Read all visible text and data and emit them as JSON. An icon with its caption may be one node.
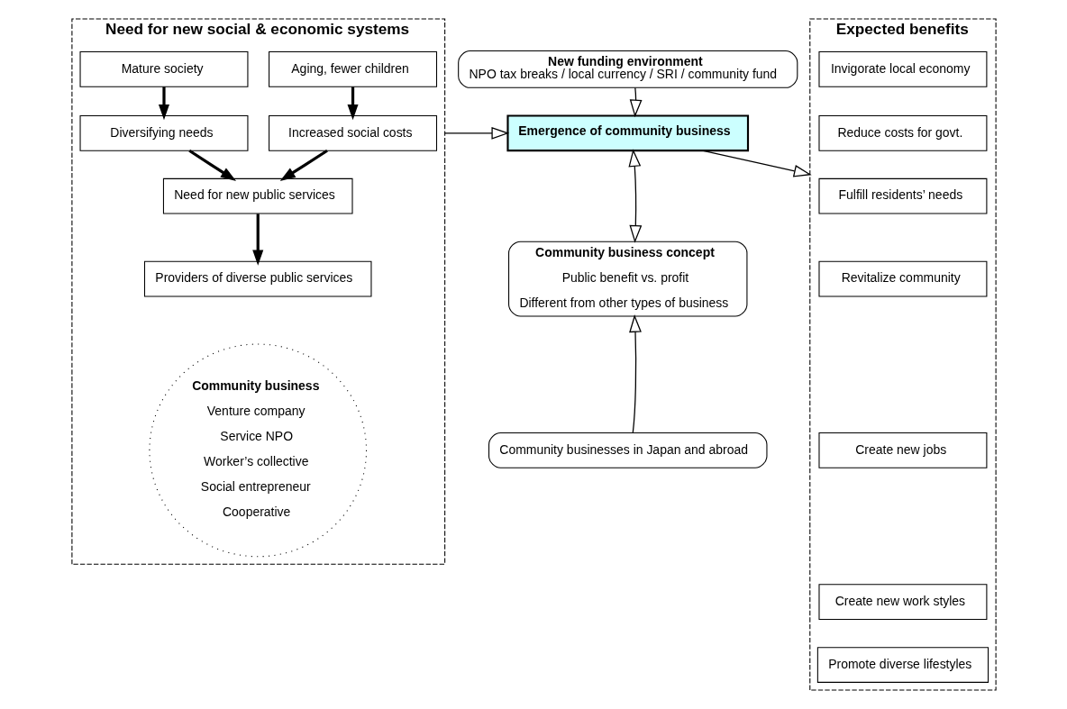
{
  "diagram": {
    "nodes": [
      {
        "text": [
          "Need for new social & economic systems"
        ]
      },
      {
        "text": [
          "Mature society"
        ],
        "in": 0
      },
      {
        "text": [
          "Aging, fewer children"
        ],
        "in": 0
      },
      {
        "text": [
          "Diversifying needs"
        ],
        "in": 0
      },
      {
        "text": [
          "Increased social costs"
        ],
        "in": 0
      },
      {
        "text": [
          "Need for new public services"
        ],
        "in": 0
      },
      {
        "text": [
          "Providers of diverse public services"
        ],
        "in": 0
      },
      {
        "text": [
          "Community business",
          "Venture company",
          "Service NPO",
          "Worker’s collective",
          "Social entrepreneur",
          "Cooperative"
        ],
        "in": 0
      },
      {
        "text": [
          "New funding environment",
          "NPO tax breaks / local currency / SRI / community fund"
        ]
      },
      {
        "text": [
          "Emergence of community business"
        ]
      },
      {
        "text": [
          "Community business concept",
          "Public benefit vs. profit",
          "Different from other types of business"
        ]
      },
      {
        "text": [
          "Community businesses in Japan and abroad"
        ]
      },
      {
        "text": [
          "Expected benefits"
        ]
      },
      {
        "text": [
          "Invigorate local economy"
        ],
        "in": 12
      },
      {
        "text": [
          "Reduce costs for govt."
        ],
        "in": 12
      },
      {
        "text": [
          "Fulfill residents’ needs"
        ],
        "in": 12
      },
      {
        "text": [
          "Revitalize community"
        ],
        "in": 12
      },
      {
        "text": [
          "Create new jobs"
        ],
        "in": 12
      },
      {
        "text": [
          "Create new work styles"
        ],
        "in": 12
      },
      {
        "text": [
          "Promote diverse lifestyles"
        ],
        "in": 12
      }
    ],
    "edges": [
      {
        "from": 1,
        "to": 3,
        "arrow": "to",
        "style": "thick"
      },
      {
        "from": 2,
        "to": 4,
        "arrow": "to",
        "style": "thick"
      },
      {
        "from": 3,
        "to": 5,
        "arrow": "to",
        "style": "thick"
      },
      {
        "from": 4,
        "to": 5,
        "arrow": "to",
        "style": "thick"
      },
      {
        "from": 5,
        "to": 6,
        "arrow": "to",
        "style": "thick"
      },
      {
        "from": 8,
        "to": 9,
        "arrow": "to"
      },
      {
        "from": 0,
        "to": 9,
        "arrow": "to"
      },
      {
        "from": 9,
        "to": 12,
        "arrow": "to"
      },
      {
        "from": 9,
        "to": 10,
        "arrow": "both"
      },
      {
        "from": 11,
        "to": 10,
        "arrow": "to"
      }
    ]
  }
}
